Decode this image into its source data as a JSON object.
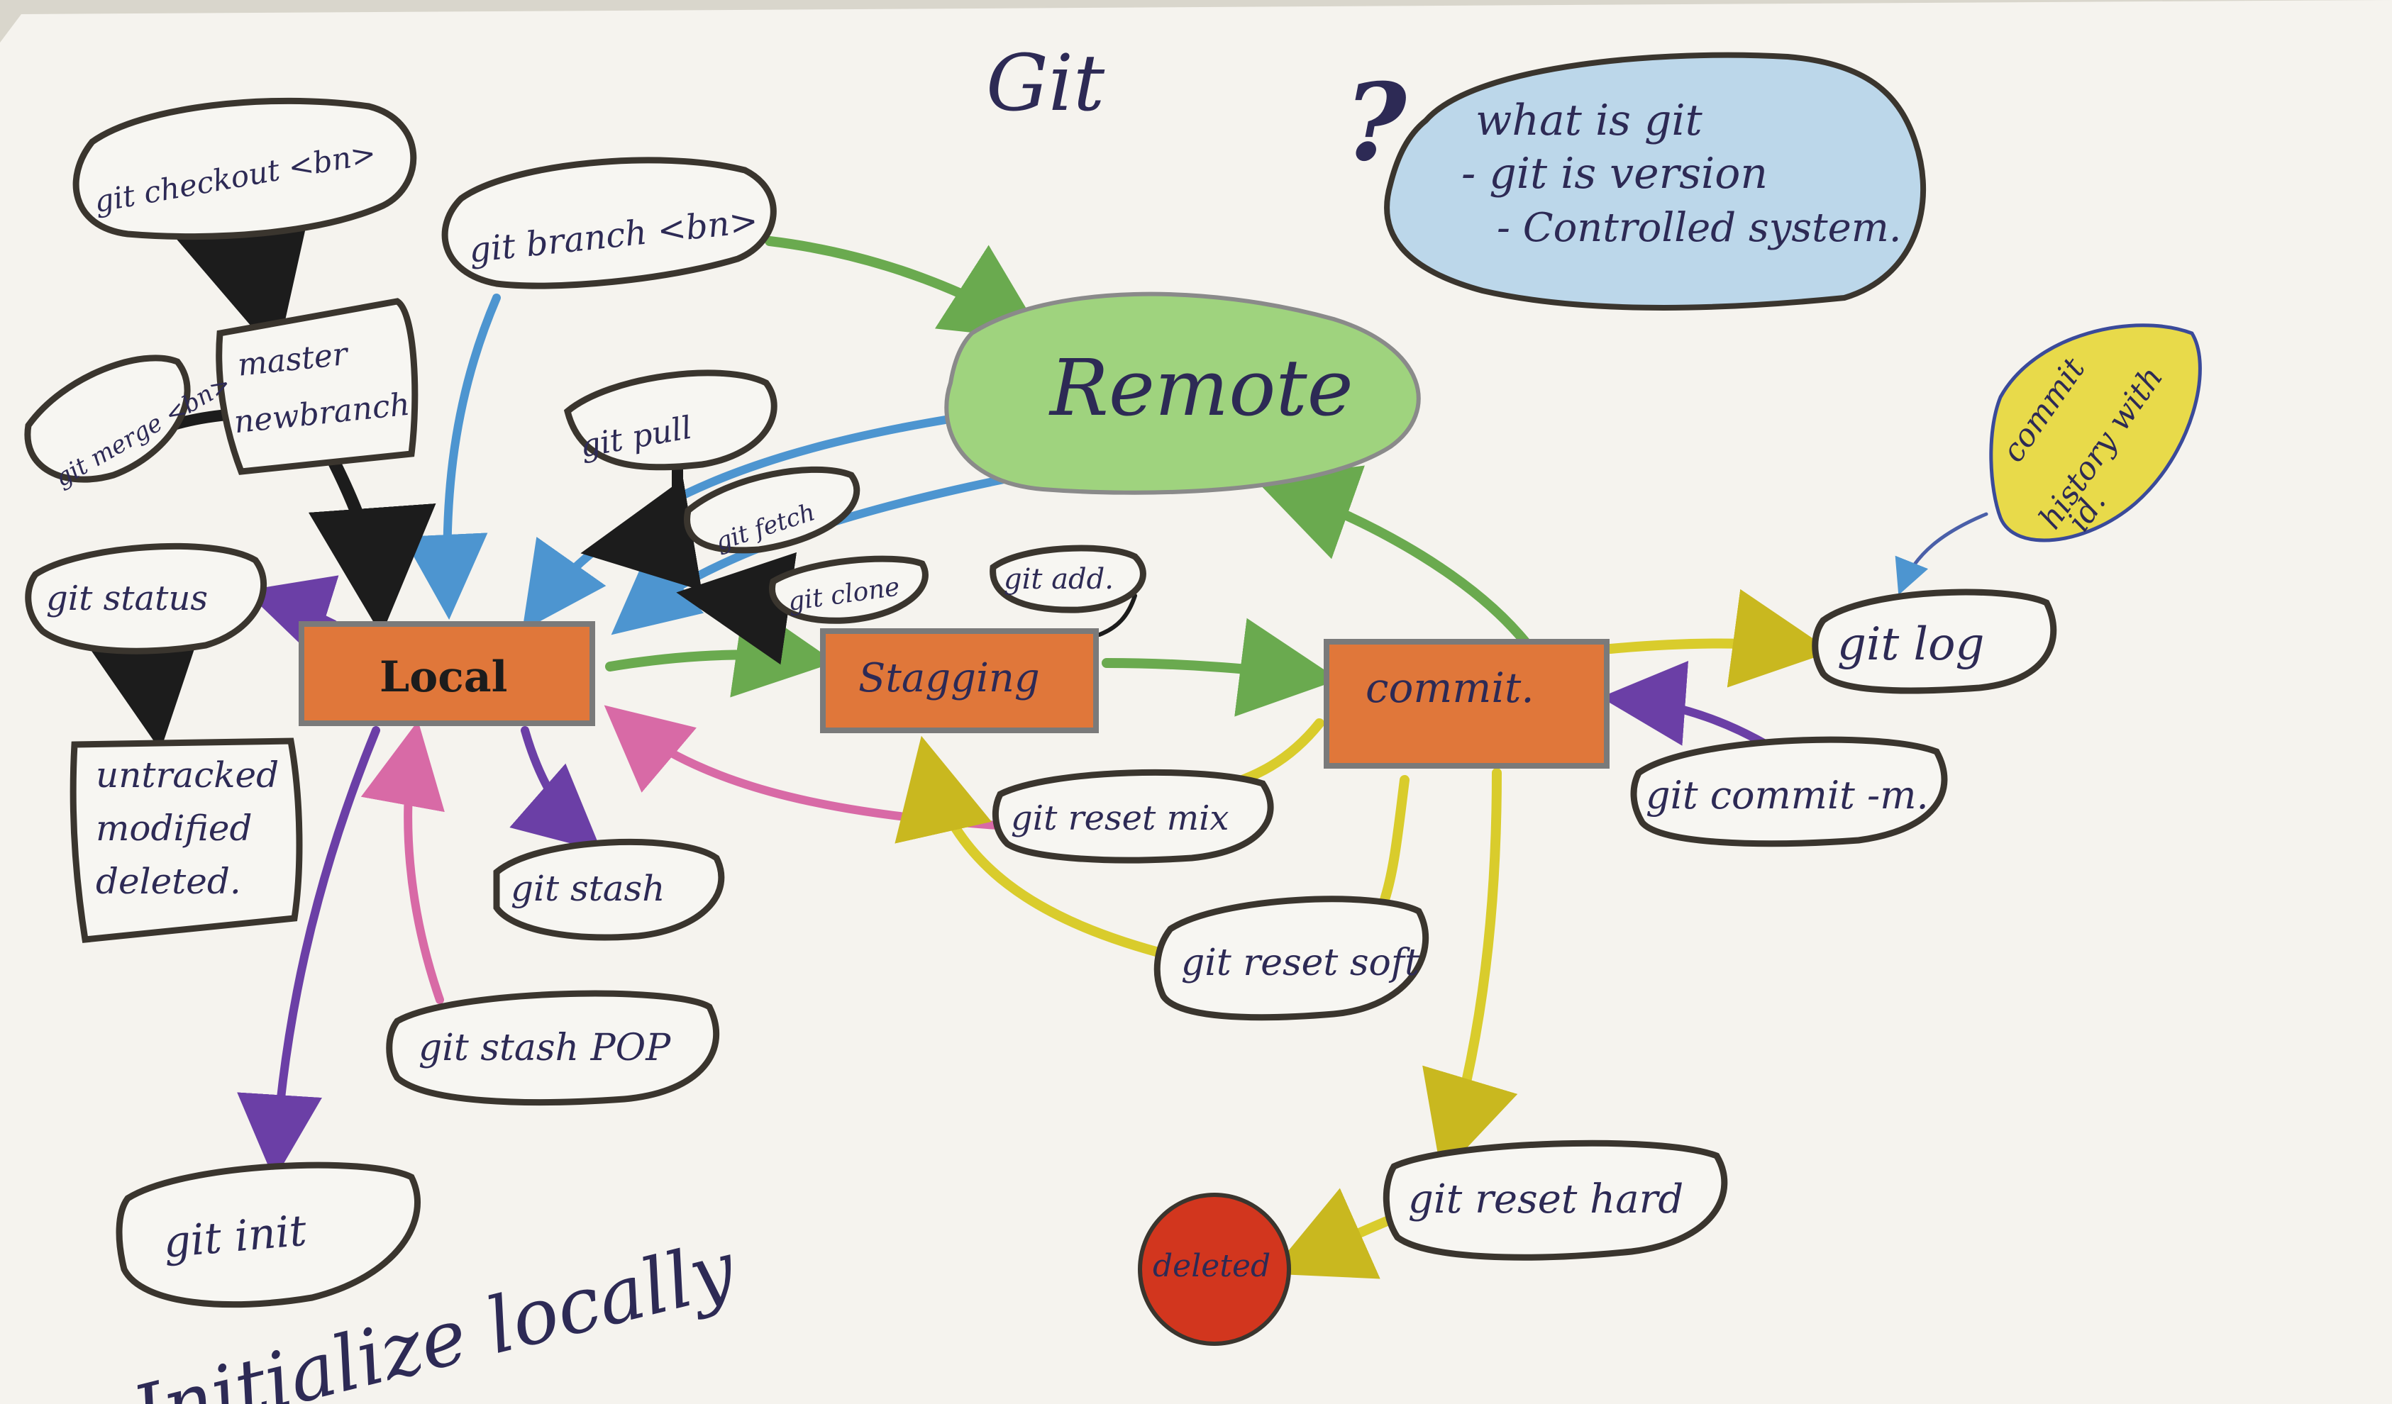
{
  "title": "Git",
  "question_mark": "?",
  "info": {
    "lines": [
      "what is git",
      "- git is version",
      "- Controlled system."
    ]
  },
  "nodes": {
    "remote": "Remote",
    "local": "Local",
    "staging": "Stagging",
    "commit": "commit."
  },
  "commands": {
    "checkout": "git checkout <bn>",
    "branch": "git branch <bn>",
    "merge": "git merge <bn>",
    "pull": "git pull",
    "fetch": "git fetch",
    "clone": "git clone",
    "add": "git add.",
    "status": "git status",
    "stash": "git stash",
    "stash_pop": "git stash POP",
    "init": "git init",
    "reset_mix": "git reset mix",
    "reset_soft": "git reset soft",
    "reset_hard": "git reset hard",
    "log": "git log",
    "commit_m": "git commit -m."
  },
  "branch_box": {
    "lines": [
      "master",
      "newbranch"
    ]
  },
  "status_box": {
    "lines": [
      "untracked",
      "modified",
      "deleted."
    ]
  },
  "history_note": {
    "lines": [
      "commit",
      "history with",
      "id."
    ]
  },
  "deleted": "deleted",
  "footer": "Initialize locally",
  "colors": {
    "paper": "#f5f3ee",
    "ink": "#2d2a55",
    "box_orange": "#e0773a",
    "remote_green": "#9fd37e",
    "info_blue": "#bcd7ea",
    "note_yellow": "#e8da4a",
    "deleted_red": "#d2361e",
    "arrow_green": "#6aaa4f",
    "arrow_blue": "#4d95d0",
    "arrow_purple": "#6b3fa6",
    "arrow_pink": "#d86aa6",
    "arrow_yellow": "#d9cc2c",
    "arrow_black": "#1c1c1c"
  }
}
